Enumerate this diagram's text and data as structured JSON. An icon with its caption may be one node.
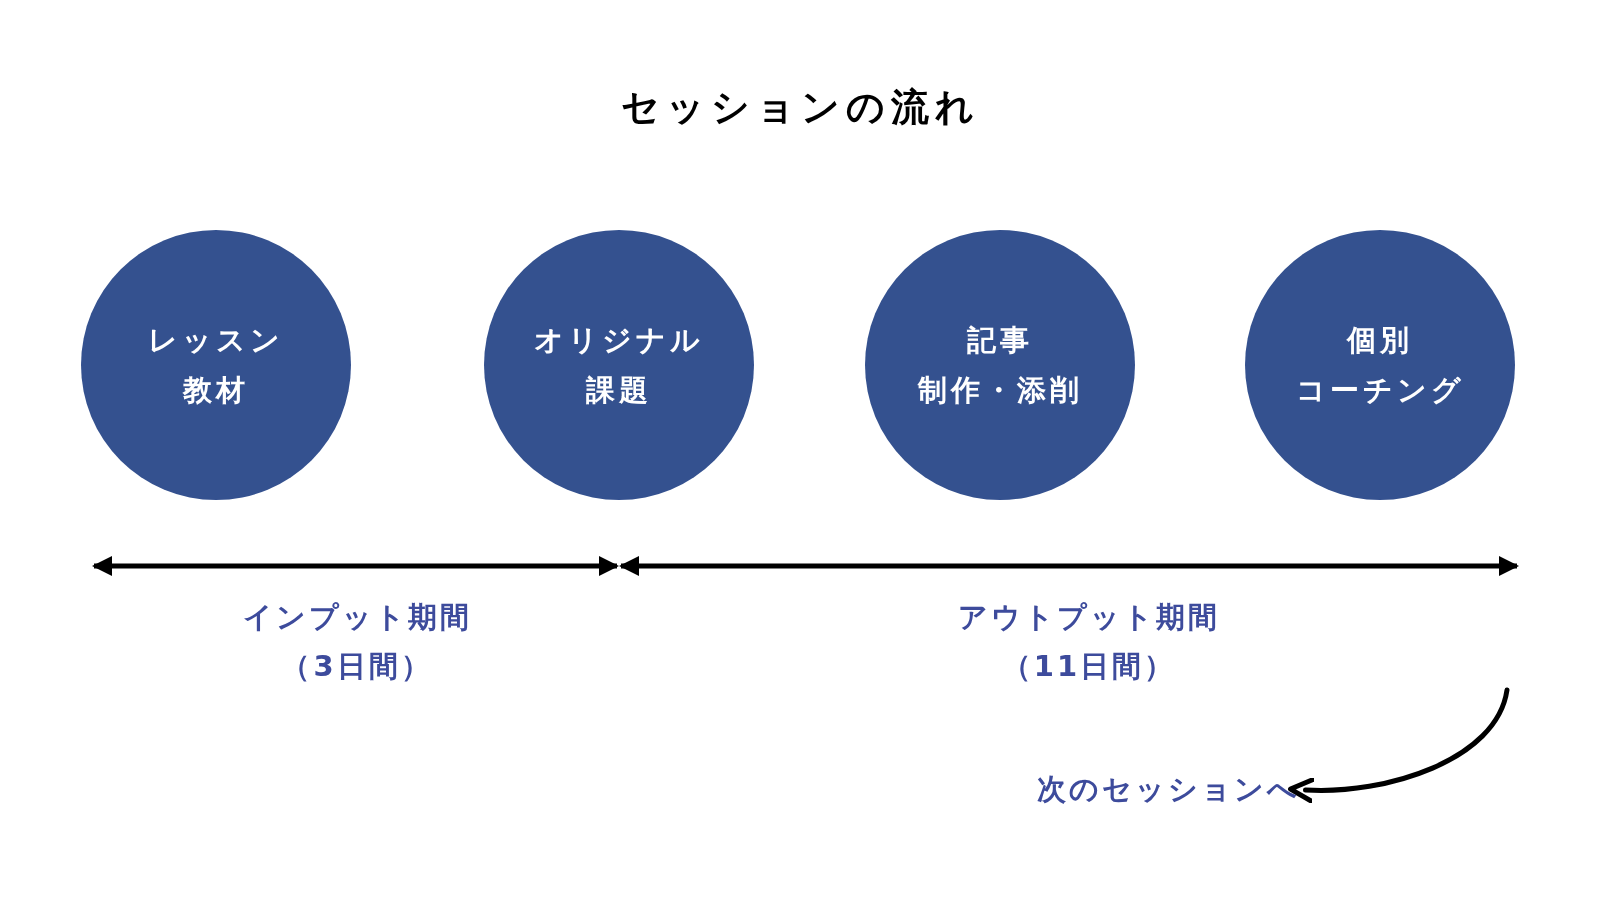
{
  "diagram": {
    "title": "セッションの流れ",
    "nodes": [
      {
        "text": [
          "レッスン教材"
        ]
      },
      {
        "text": [
          "オリジナル課題"
        ]
      },
      {
        "text": [
          "記事制作・添削"
        ]
      },
      {
        "text": [
          "個別コーチング"
        ]
      },
      {
        "text": [
          "次のセッションへ"
        ]
      }
    ],
    "edges": [
      {
        "from": null,
        "to": 4,
        "arrow": "to"
      }
    ],
    "labels": [
      "インプット期間",
      "（3日間）",
      "アウトプット期間",
      "（11日間）"
    ]
  }
}
